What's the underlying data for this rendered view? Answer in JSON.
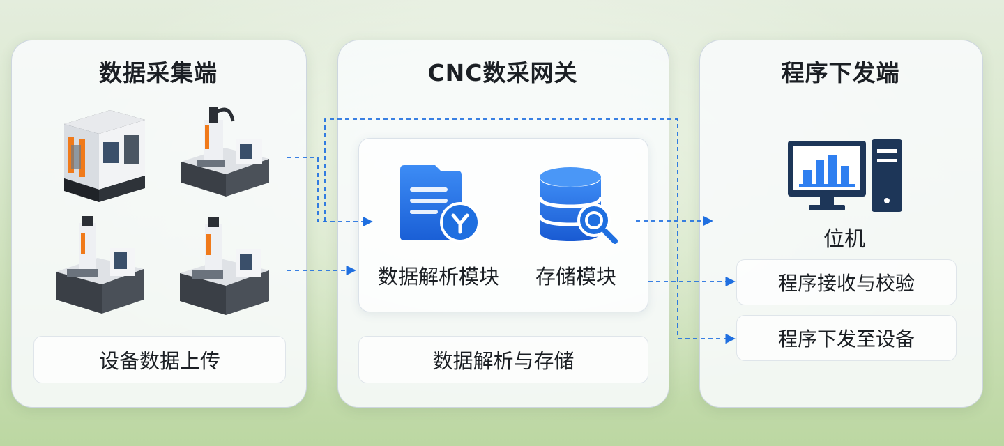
{
  "panels": {
    "collect": {
      "title": "数据采集端",
      "caption": "设备数据上传"
    },
    "gateway": {
      "title": "CNC数采网关",
      "modules": {
        "parse_label": "数据解析模块",
        "storage_label": "存储模块"
      },
      "caption": "数据解析与存储"
    },
    "dispatch": {
      "title": "程序下发端",
      "host_label": "位机",
      "items": [
        {
          "label": "程序接收与校验"
        },
        {
          "label": "程序下发至设备"
        }
      ]
    }
  },
  "colors": {
    "accent_blue": "#1f6fe0",
    "machine_orange": "#f07a1a",
    "monitor_navy": "#1d3658"
  },
  "icons": {
    "machines": [
      "cnc-machine-icon",
      "cnc-machine-icon",
      "cnc-machine-icon",
      "cnc-machine-icon"
    ],
    "parse": "document-parse-icon",
    "storage": "database-search-icon",
    "host": "desktop-computer-icon"
  }
}
